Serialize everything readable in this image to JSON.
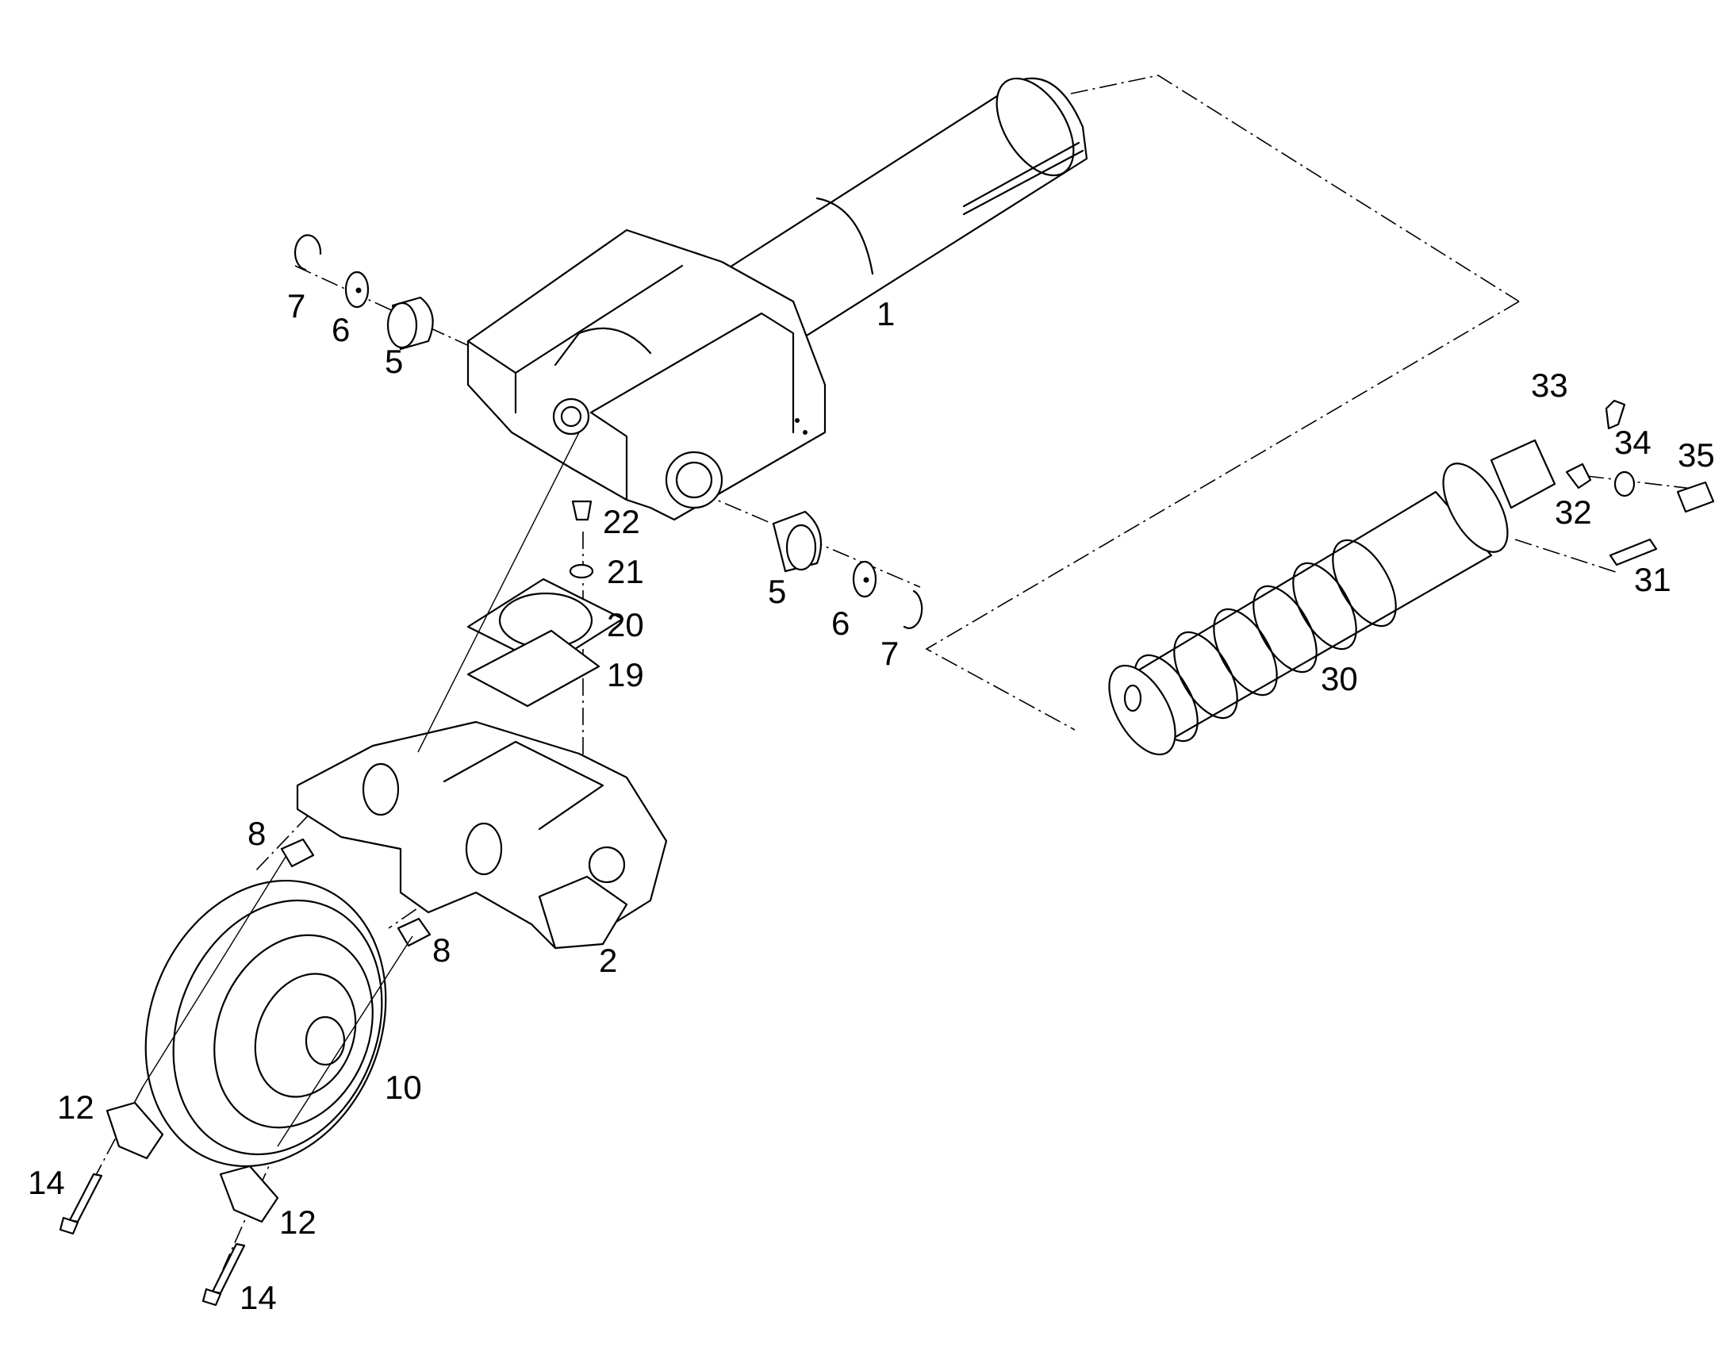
{
  "colors": {
    "line": "#000000",
    "background": "#ffffff"
  },
  "callouts": [
    {
      "id": "c1",
      "text": "1"
    },
    {
      "id": "c2",
      "text": "2"
    },
    {
      "id": "c5a",
      "text": "5"
    },
    {
      "id": "c5b",
      "text": "5"
    },
    {
      "id": "c6a",
      "text": "6"
    },
    {
      "id": "c6b",
      "text": "6"
    },
    {
      "id": "c7a",
      "text": "7"
    },
    {
      "id": "c7b",
      "text": "7"
    },
    {
      "id": "c8a",
      "text": "8"
    },
    {
      "id": "c8b",
      "text": "8"
    },
    {
      "id": "c10",
      "text": "10"
    },
    {
      "id": "c12a",
      "text": "12"
    },
    {
      "id": "c12b",
      "text": "12"
    },
    {
      "id": "c14a",
      "text": "14"
    },
    {
      "id": "c14b",
      "text": "14"
    },
    {
      "id": "c19",
      "text": "19"
    },
    {
      "id": "c20",
      "text": "20"
    },
    {
      "id": "c21",
      "text": "21"
    },
    {
      "id": "c22",
      "text": "22"
    },
    {
      "id": "c30",
      "text": "30"
    },
    {
      "id": "c31",
      "text": "31"
    },
    {
      "id": "c32",
      "text": "32"
    },
    {
      "id": "c33",
      "text": "33"
    },
    {
      "id": "c34",
      "text": "34"
    },
    {
      "id": "c35",
      "text": "35"
    }
  ]
}
